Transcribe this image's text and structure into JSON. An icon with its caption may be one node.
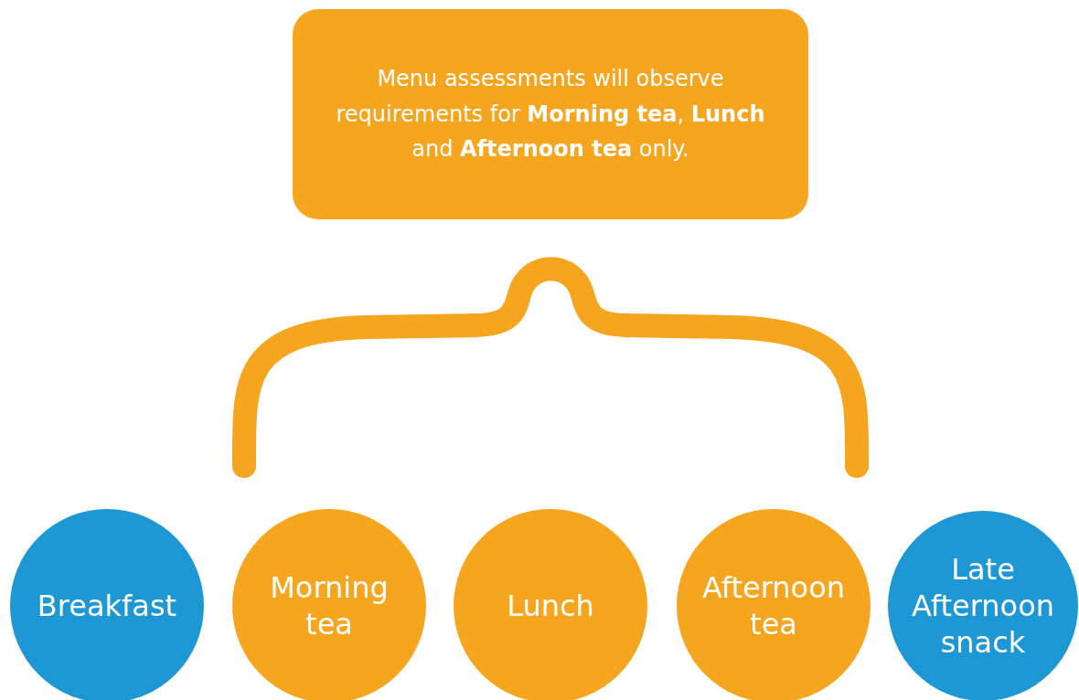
{
  "diagram": {
    "nodes": [
      {
        "text": [
          "Menu assessments will observe requirements for **Morning tea**, **Lunch** and **Afternoon tea** only."
        ]
      },
      {
        "text": [
          "Breakfast"
        ]
      },
      {
        "text": [
          "Morning tea"
        ]
      },
      {
        "text": [
          "Lunch"
        ]
      },
      {
        "text": [
          "Afternoon tea"
        ]
      },
      {
        "text": [
          "Late Afternoon snack"
        ]
      }
    ]
  }
}
